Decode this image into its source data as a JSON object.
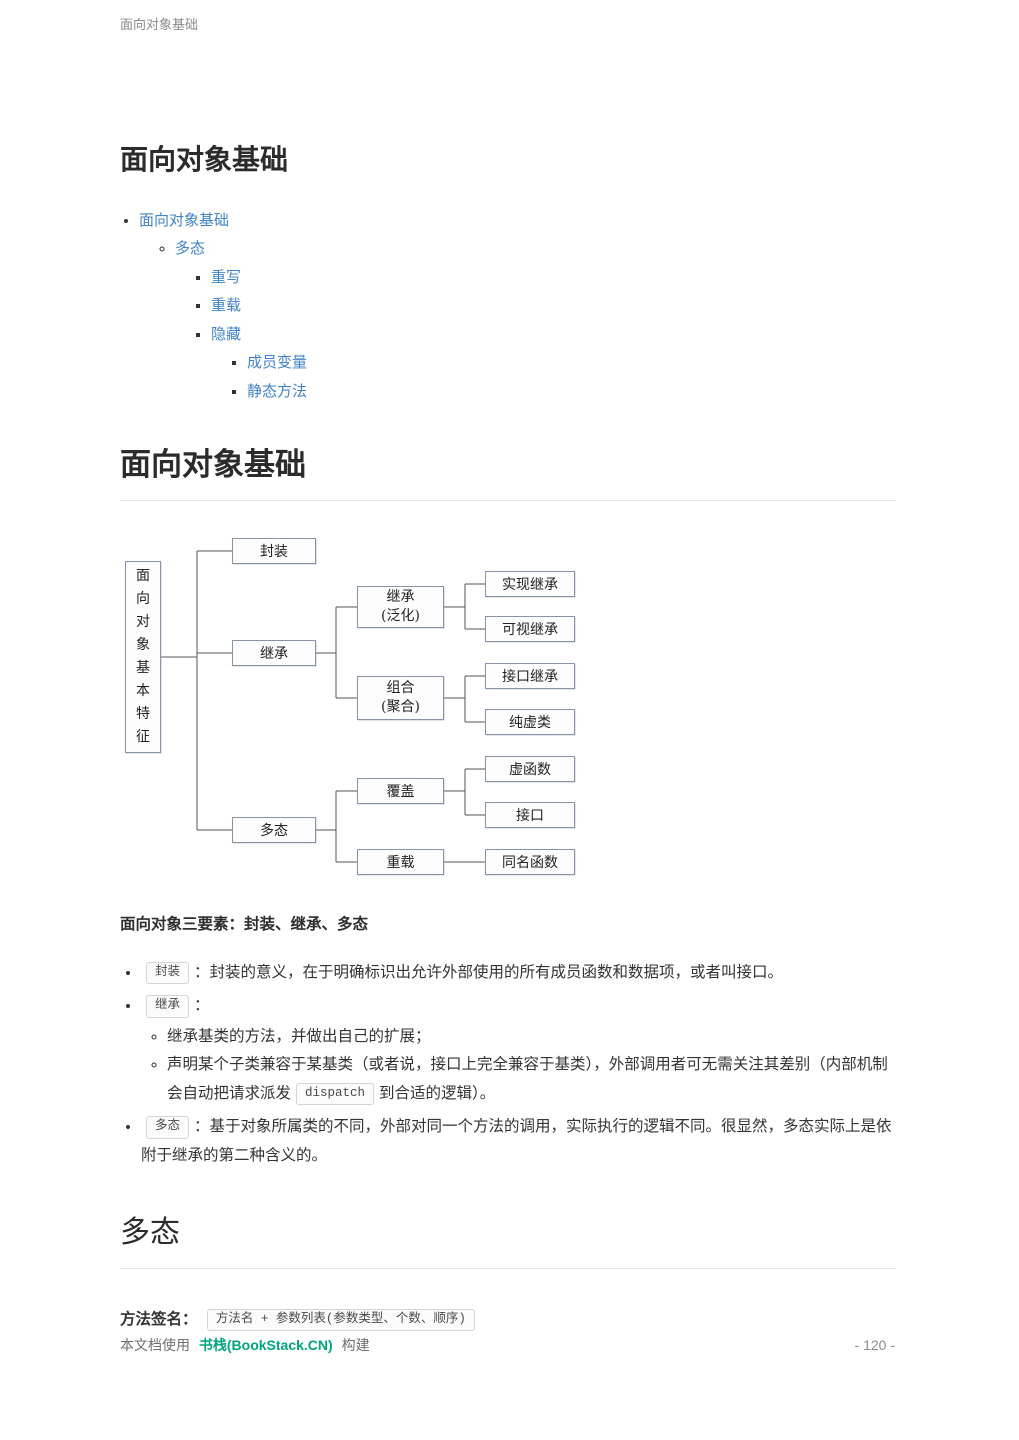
{
  "page": {
    "running_header": "面向对象基础",
    "doc_title": "面向对象基础"
  },
  "colors": {
    "link": "#4183c4",
    "brand": "#00a67d",
    "heading_rule": "#e6e6e6",
    "diagram_border": "#8893a7"
  },
  "toc": {
    "items": [
      {
        "label": "面向对象基础"
      },
      {
        "label": "多态"
      },
      {
        "label": "重写"
      },
      {
        "label": "重载"
      },
      {
        "label": "隐藏"
      },
      {
        "label": "成员变量"
      },
      {
        "label": "静态方法"
      }
    ]
  },
  "section": {
    "heading": "面向对象基础",
    "caption": "面向对象三要素：封装、继承、多态"
  },
  "diagram": {
    "root": "面向对象基本特征",
    "nodes": {
      "encapsulation": "封装",
      "inheritance": "继承",
      "polymorphism": "多态",
      "generalization_line1": "继承",
      "generalization_line2": "(泛化)",
      "aggregation_line1": "组合",
      "aggregation_line2": "(聚合)",
      "impl_inheritance": "实现继承",
      "visual_inheritance": "可视继承",
      "interface_inheritance": "接口继承",
      "pure_virtual_class": "纯虚类",
      "override": "覆盖",
      "overload": "重载",
      "virtual_function": "虚函数",
      "interface": "接口",
      "same_name_function": "同名函数"
    }
  },
  "features": {
    "encapsulation": {
      "badge": "封装",
      "text": "：封装的意义，在于明确标识出允许外部使用的所有成员函数和数据项，或者叫接口。"
    },
    "inheritance": {
      "badge": "继承",
      "text": "：",
      "sub1": "继承基类的方法，并做出自己的扩展；",
      "sub2_pre": "声明某个子类兼容于某基类（或者说，接口上完全兼容于基类），外部调用者可无需关注其差别（内部机制会自动把请求派发",
      "sub2_code": "dispatch",
      "sub2_post": "到合适的逻辑）。"
    },
    "polymorphism": {
      "badge": "多态",
      "text": "：基于对象所属类的不同，外部对同一个方法的调用，实际执行的逻辑不同。很显然，多态实际上是依附于继承的第二种含义的。"
    }
  },
  "polymorphism_section": {
    "heading": "多态",
    "signature_label": "方法签名：",
    "signature_code": "方法名 + 参数列表(参数类型、个数、顺序)"
  },
  "footer": {
    "prefix": "本文档使用",
    "brand": "书栈(BookStack.CN)",
    "suffix": "构建",
    "page_number": "- 120 -"
  }
}
